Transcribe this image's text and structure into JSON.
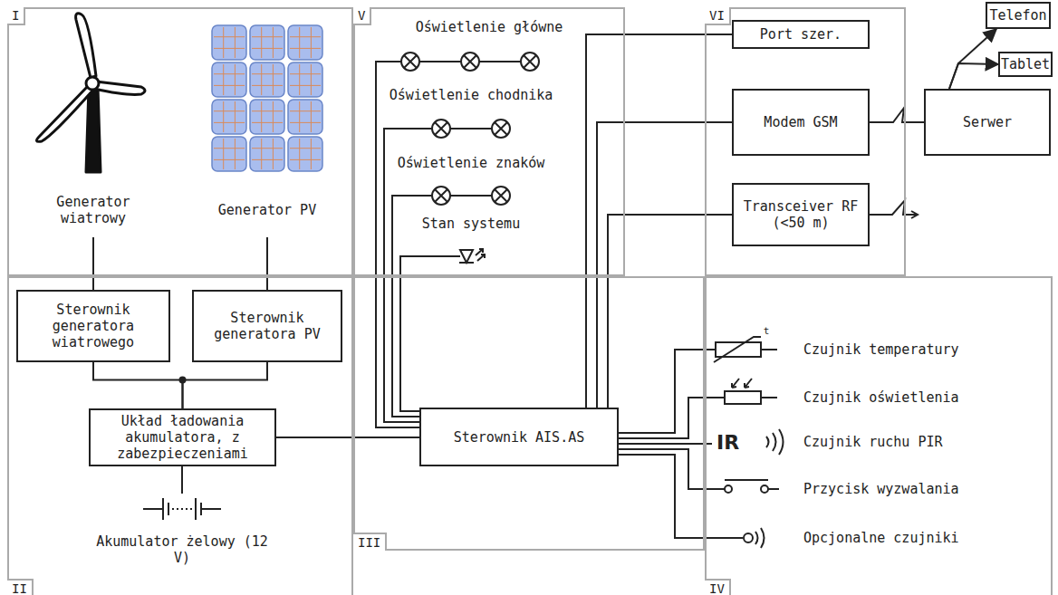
{
  "diagram": {
    "nodes": [
      {
        "text": [
          "I"
        ]
      },
      {
        "text": [
          "V"
        ]
      },
      {
        "text": [
          "VI"
        ]
      },
      {
        "text": [
          "Port szer."
        ],
        "in": 2
      },
      {
        "text": [
          "Modem GSM"
        ],
        "in": 2
      },
      {
        "text": [
          "Transceiver RF (<50 m)"
        ],
        "in": 2
      },
      {
        "text": [
          "Telefon"
        ]
      },
      {
        "text": [
          "Tablet"
        ]
      },
      {
        "text": [
          "Serwer"
        ]
      },
      {
        "text": [
          "II"
        ]
      },
      {
        "text": [
          "Sterownik generatora wiatrowego"
        ],
        "in": 9
      },
      {
        "text": [
          "Sterownik generatora PV"
        ],
        "in": 9
      },
      {
        "text": [
          "Układ ładowania akumulatora, z zabezpieczeniami"
        ],
        "in": 9
      },
      {
        "text": [
          "III"
        ]
      },
      {
        "text": [
          "Sterownik AIS.AS"
        ],
        "in": 13
      },
      {
        "text": [
          "IV"
        ]
      }
    ],
    "edges": [
      {
        "from": 10,
        "to": 12,
        "arrow": "none"
      },
      {
        "from": 11,
        "to": 12,
        "arrow": "none"
      },
      {
        "from": 12,
        "to": 14,
        "arrow": "none"
      },
      {
        "from": 14,
        "to": 3,
        "arrow": "none"
      },
      {
        "from": 14,
        "to": 4,
        "arrow": "none"
      },
      {
        "from": 14,
        "to": 5,
        "arrow": "none"
      },
      {
        "from": 4,
        "to": 8,
        "arrow": "none"
      },
      {
        "from": 8,
        "to": 6,
        "arrow": "to"
      },
      {
        "from": 8,
        "to": 7,
        "arrow": "to"
      }
    ],
    "labels": [
      "Generator wiatrowy",
      "Generator PV",
      "Akumulator żelowy (12 V)",
      "Oświetlenie główne",
      "Oświetlenie chodnika",
      "Oświetlenie znaków",
      "Stan systemu",
      "t",
      "Czujnik temperatury",
      "Czujnik oświetlenia",
      "IR",
      "Czujnik ruchu PIR",
      "Przycisk wyzwalania",
      "Opcjonalne czujniki"
    ]
  }
}
